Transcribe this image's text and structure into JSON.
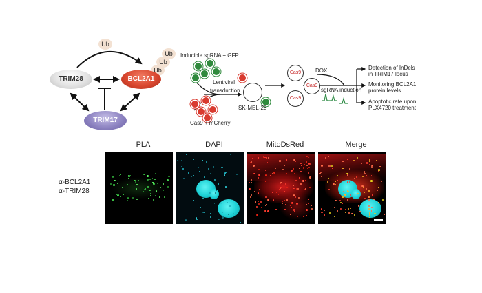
{
  "network": {
    "ub_top": "Ub",
    "ub_stack": [
      "Ub",
      "Ub",
      "Ub"
    ],
    "trim28": "TRIM28",
    "bcl2a1": "BCL2A1",
    "trim17": "TRIM17"
  },
  "workflow": {
    "inducible": "Inducible sgRNA + GFP",
    "lentiviral": "Lentiviral",
    "transduction": "transduction",
    "cas9_mcherry": "Cas9 + mCherry",
    "cell_line": "SK-MEL-28",
    "cas9_labels": [
      "Cas9",
      "Cas9",
      "Cas9"
    ],
    "dox": "DOX",
    "sgrna_induction": "sgRNA induction",
    "outcomes": [
      [
        "Detection of InDels",
        "in TRIM17 locus"
      ],
      [
        "Monitoring BCL2A1",
        "protein levels"
      ],
      [
        "Apoptotic rate upon",
        "PLX4720 treatment"
      ]
    ]
  },
  "microscopy": {
    "panels": [
      "PLA",
      "DAPI",
      "MitoDsRed",
      "Merge"
    ],
    "row_label": [
      "α-BCL2A1",
      "α-TRIM28"
    ]
  },
  "colors": {
    "trim28": "#e2e2e2",
    "bcl2a1": "#d9472f",
    "trim17": "#8e84c2",
    "ub": "#f3e1d2",
    "virus_red": "#d93a2f",
    "virus_green": "#2f8a3d",
    "cas9_text": "#c62828",
    "peak_green": "#2e8b45"
  }
}
